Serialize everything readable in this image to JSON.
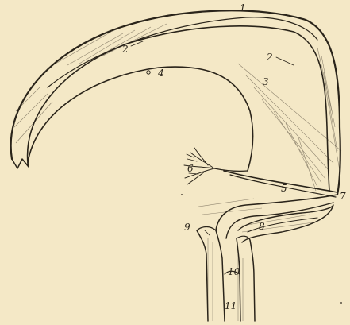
{
  "figure": {
    "background_color": "#f4e8c6",
    "ink_color": "#2a241a",
    "labels": {
      "l1": "1",
      "l2a": "2",
      "l2b": "2",
      "l3": "3",
      "l4": "4",
      "l5": "5",
      "l6": "6",
      "l7": "7",
      "l8": "8",
      "l9": "9",
      "l10": "10",
      "l11": "11"
    }
  }
}
